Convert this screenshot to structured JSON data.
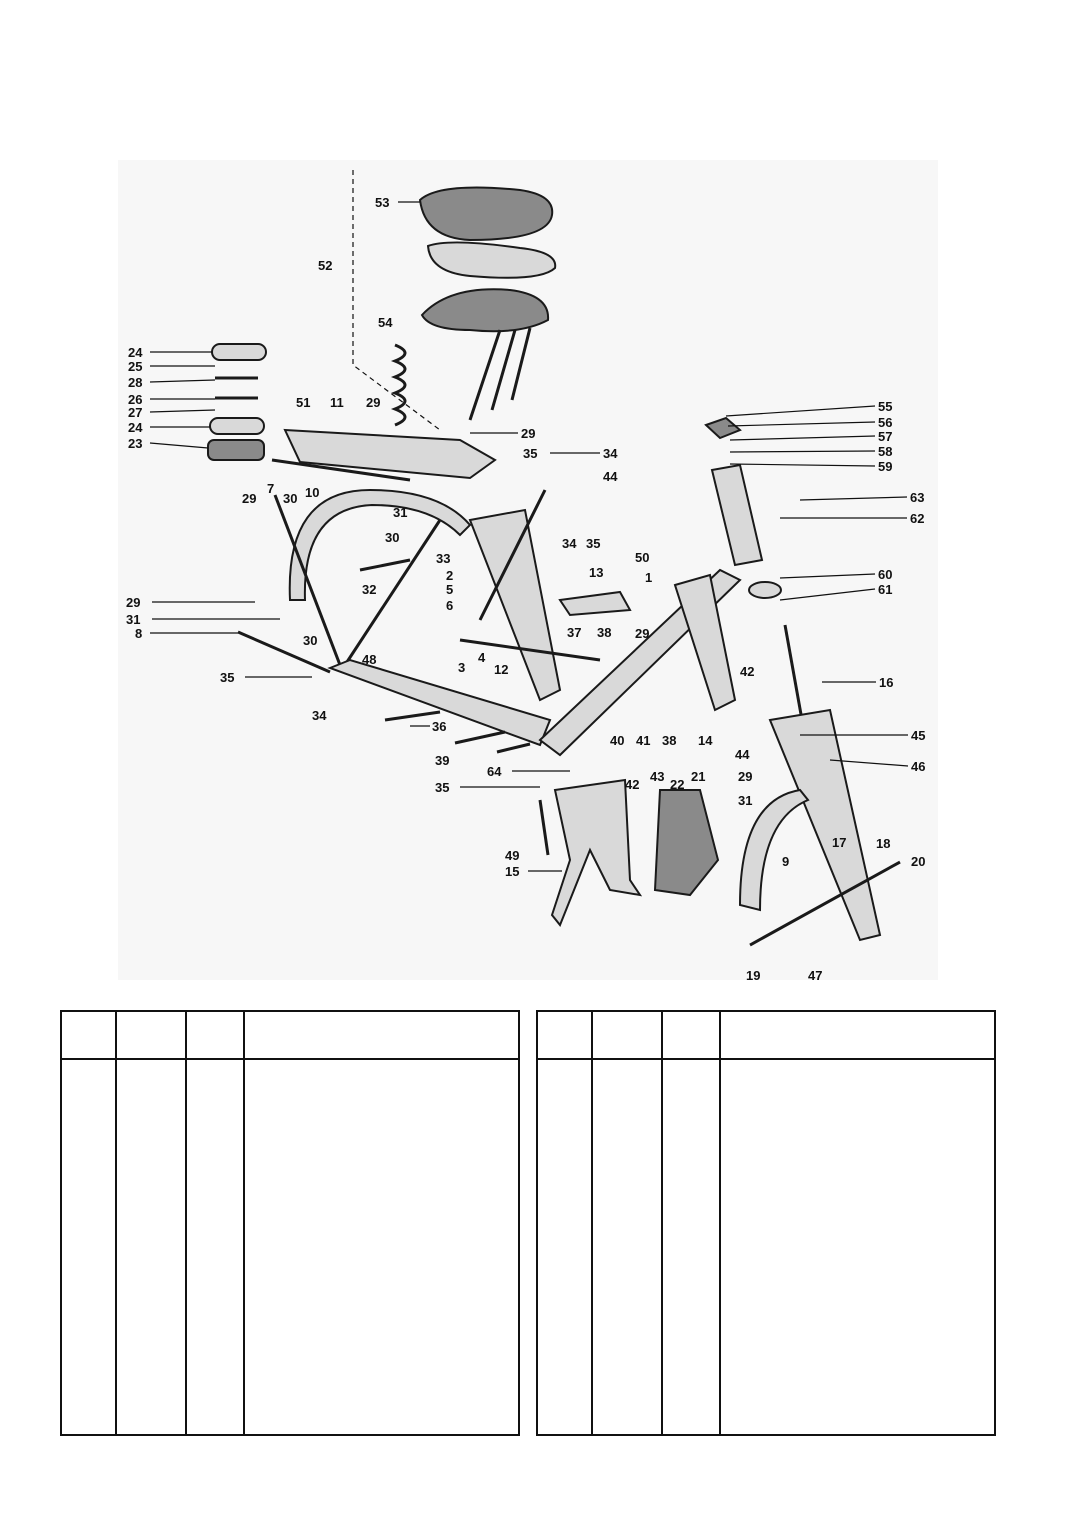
{
  "diagram": {
    "callouts": [
      "1",
      "2",
      "3",
      "4",
      "5",
      "6",
      "7",
      "8",
      "9",
      "10",
      "11",
      "12",
      "13",
      "14",
      "15",
      "16",
      "17",
      "18",
      "19",
      "20",
      "21",
      "22",
      "23",
      "24",
      "25",
      "26",
      "27",
      "28",
      "29",
      "30",
      "31",
      "32",
      "33",
      "34",
      "35",
      "36",
      "37",
      "38",
      "39",
      "40",
      "41",
      "42",
      "43",
      "44",
      "45",
      "46",
      "47",
      "48",
      "49",
      "50",
      "51",
      "52",
      "53",
      "54",
      "55",
      "56",
      "57",
      "58",
      "59",
      "60",
      "61",
      "62",
      "63",
      "64"
    ]
  },
  "tables": {
    "left": {
      "columns": 4,
      "rows": []
    },
    "right": {
      "columns": 4,
      "rows": []
    }
  }
}
